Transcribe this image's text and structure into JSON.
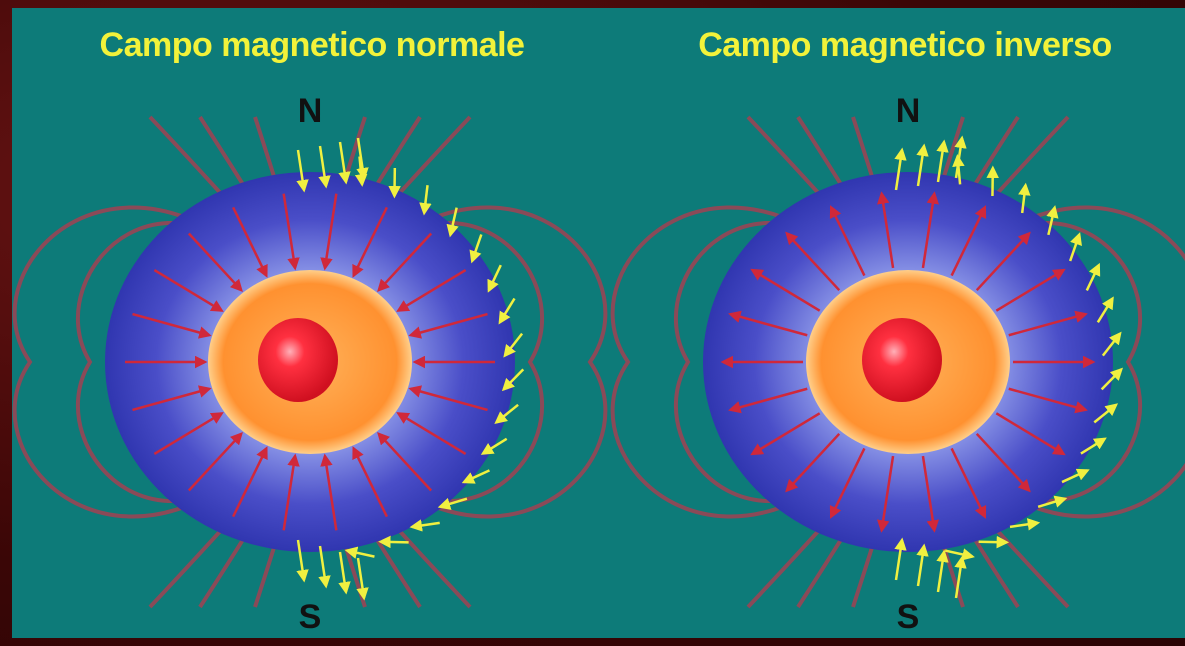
{
  "panels": [
    {
      "title": "Campo magnetico normale",
      "north_label": "N",
      "south_label": "S",
      "arrow_direction": "inward"
    },
    {
      "title": "Campo magnetico inverso",
      "north_label": "N",
      "south_label": "S",
      "arrow_direction": "outward"
    }
  ],
  "colors": {
    "background": "#0d7b79",
    "frame": "#4a0a0a",
    "title": "#f2f23a",
    "field_line": "#8a4a58",
    "red_arrow": "#d0283a",
    "yellow_arrow": "#f0f040",
    "mantle": "#3b3fc0",
    "outer_core": "#ff9a3a",
    "inner_core": "#f02030"
  }
}
